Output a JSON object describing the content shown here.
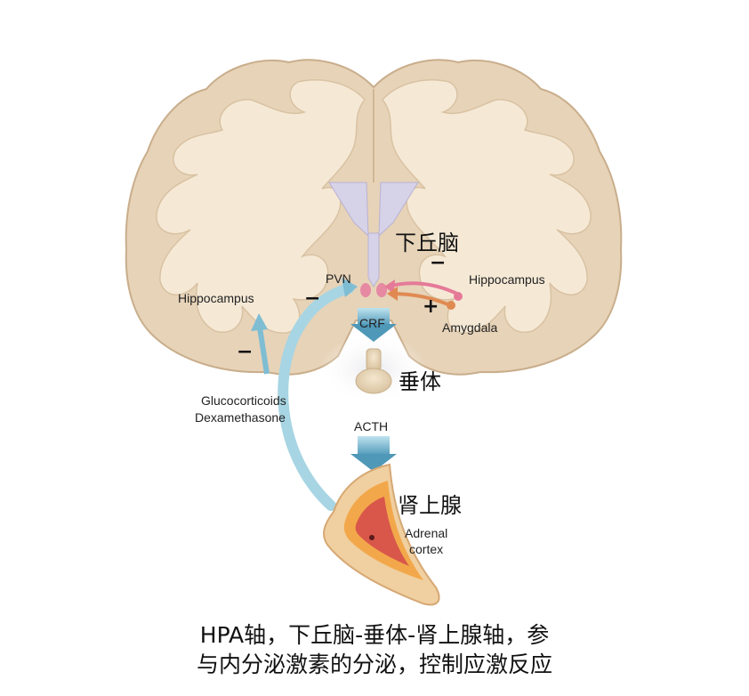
{
  "labels": {
    "hypothalamus_cn": "下丘脑",
    "pvn": "PVN",
    "hippocampus_left": "Hippocampus",
    "hippocampus_right": "Hippocampus",
    "amygdala": "Amygdala",
    "crf": "CRF",
    "pituitary_cn": "垂体",
    "acth": "ACTH",
    "glucocorticoids": "Glucocorticoids",
    "dexamethasone": "Dexamethasone",
    "adrenal_cn": "肾上腺",
    "adrenal_cortex_line1": "Adrenal",
    "adrenal_cortex_line2": "cortex",
    "minus": "−",
    "plus": "+"
  },
  "caption": {
    "line1": "HPA轴，下丘脑-垂体-肾上腺轴，参",
    "line2": "与内分泌激素的分泌，控制应激反应"
  },
  "colors": {
    "brain_outer": "#e9d7c0",
    "brain_inner": "#f6ecdd",
    "ventricle": "#d9d6ea",
    "arrow_blue": "#5aa6c2",
    "feedback_blue": "#9fd0e0",
    "hippocampus_pink": "#e57a98",
    "amygdala_orange": "#e08a52",
    "adrenal_outer": "#f0c898",
    "adrenal_cortex": "#f2a84a",
    "adrenal_medulla": "#d8574a"
  }
}
